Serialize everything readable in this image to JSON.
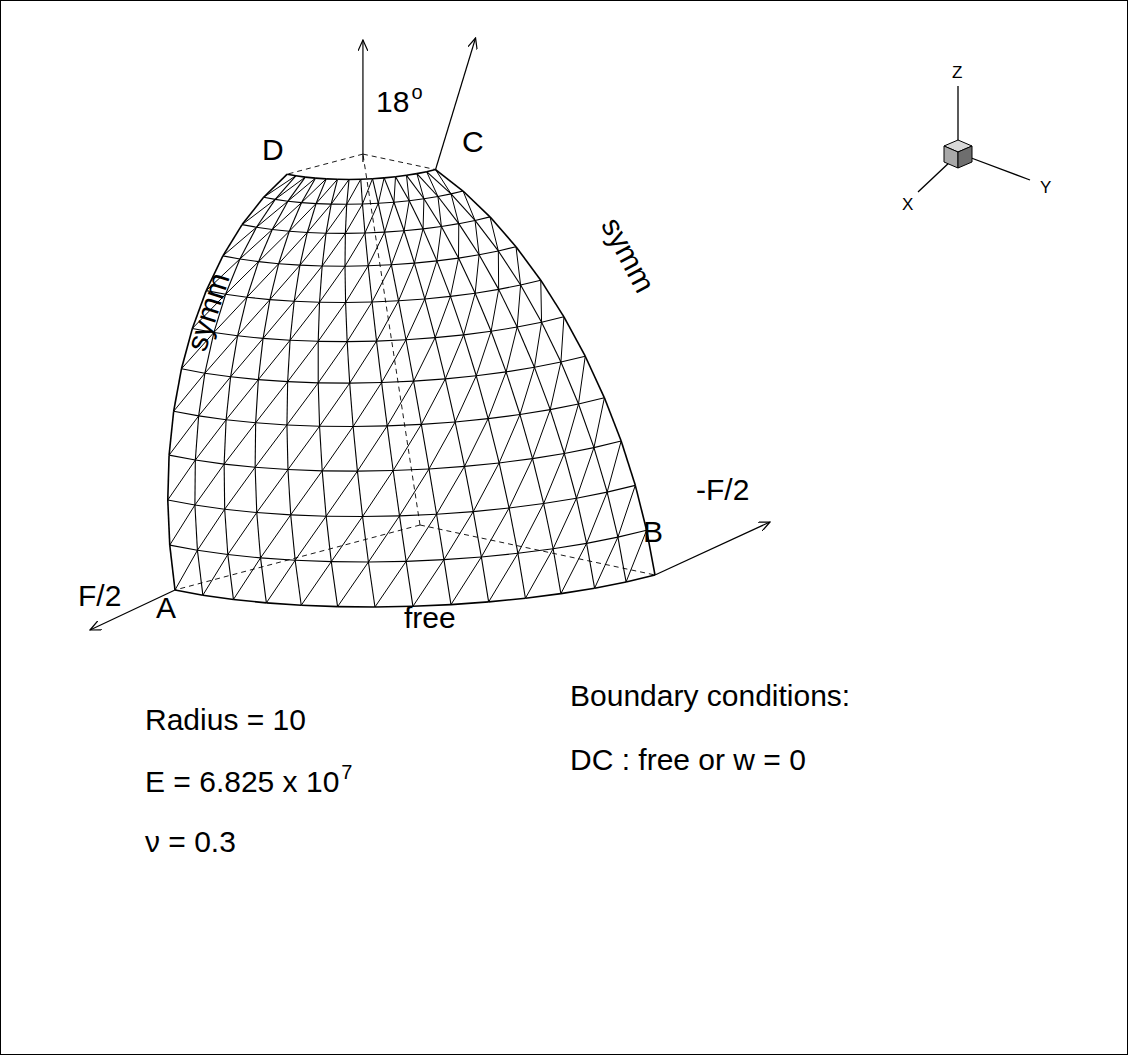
{
  "diagram": {
    "labels": [
      "18",
      "o",
      "D",
      "C",
      "Z",
      "X",
      "Y",
      "symm",
      "symm",
      "F/2",
      "A",
      "-F/2",
      "B",
      "free",
      "Radius = 10",
      "E = 6.825 x 10",
      "7",
      "ν = 0.3",
      "Boundary conditions:",
      "DC : free or w = 0"
    ]
  }
}
